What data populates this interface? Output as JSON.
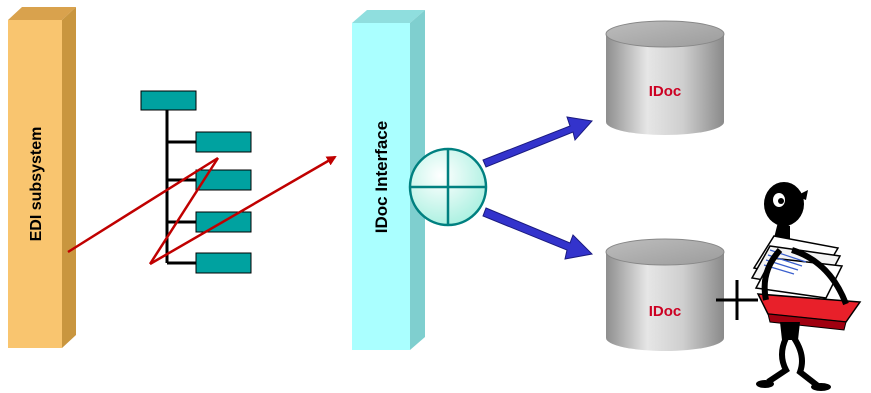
{
  "labels": {
    "edi_subsystem": "EDI subsystem",
    "idoc_interface": "IDoc Interface",
    "idoc_db_top": "IDoc",
    "idoc_db_bottom": "IDoc",
    "plus": "+"
  },
  "colors": {
    "edi_front": "#f9c56f",
    "edi_side": "#c9963f",
    "interface_front": "#aaffff",
    "interface_side": "#7fcfcf",
    "tree_node": "#00a2a0",
    "flow_line": "#c00000",
    "blue_arrow": "#3333cc",
    "db_label": "#cc0022",
    "connector_fill": "#c8fff0",
    "connector_stroke": "#008080"
  },
  "icons": {
    "connector": "crosshair-circle-icon",
    "person": "person-carrying-documents-icon"
  }
}
